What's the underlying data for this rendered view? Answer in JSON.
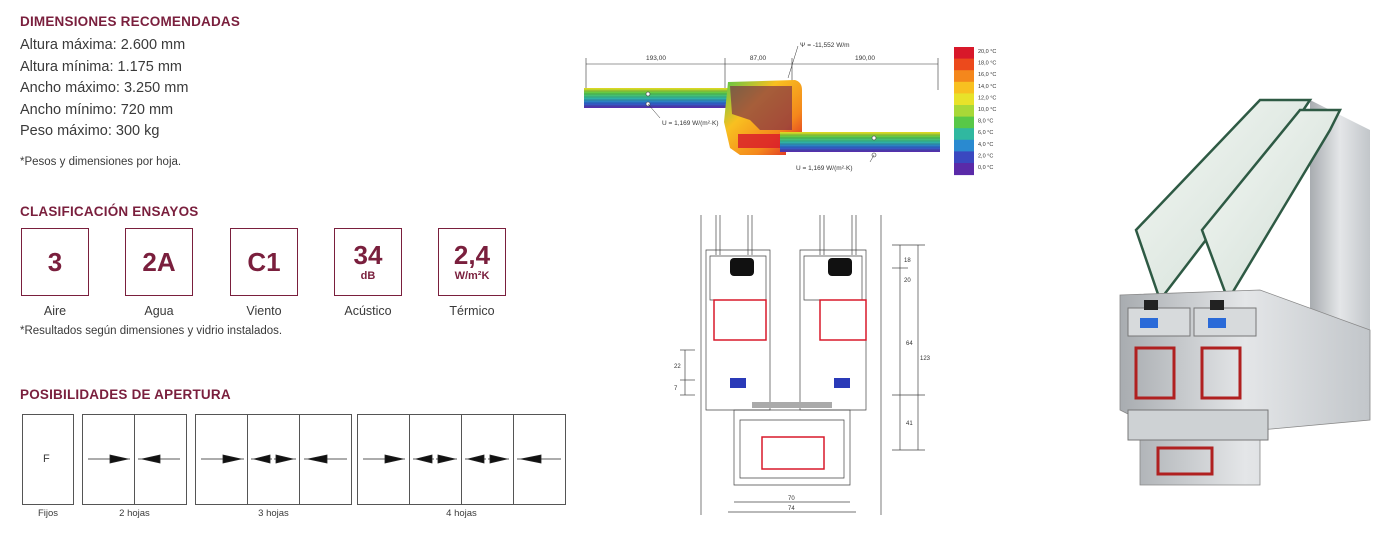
{
  "dimensions": {
    "title": "DIMENSIONES RECOMENDADAS",
    "lines": [
      "Altura máxima: 2.600 mm",
      "Altura mínima: 1.175 mm",
      "Ancho máximo: 3.250 mm",
      "Ancho mínimo: 720 mm",
      "Peso máximo: 300 kg"
    ],
    "note": "*Pesos y dimensiones por hoja."
  },
  "tests": {
    "title": "CLASIFICACIÓN ENSAYOS",
    "badges": [
      {
        "value": "3",
        "unit": "",
        "label": "Aire"
      },
      {
        "value": "2A",
        "unit": "",
        "label": "Agua"
      },
      {
        "value": "C1",
        "unit": "",
        "label": "Viento"
      },
      {
        "value": "34",
        "unit": "dB",
        "label": "Acústico"
      },
      {
        "value": "2,4",
        "unit": "W/m²K",
        "label": "Térmico"
      }
    ],
    "note": "*Resultados según dimensiones y vidrio instalados."
  },
  "openings": {
    "title": "POSIBILIDADES DE APERTURA",
    "fixed_symbol": "F",
    "labels": [
      "Fijos",
      "2 hojas",
      "3 hojas",
      "4 hojas"
    ]
  },
  "thermal": {
    "dims": [
      "193,00",
      "87,00",
      "190,00"
    ],
    "psi": "Ψ = -11,552 W/m",
    "u_left": "U = 1,169 W/(m²·K)",
    "u_right": "U = 1,169 W/(m²·K)",
    "scale": [
      "20,0 °C",
      "18,0 °C",
      "16,0 °C",
      "14,0 °C",
      "12,0 °C",
      "10,0 °C",
      "8,0 °C",
      "6,0 °C",
      "4,0 °C",
      "2,0 °C",
      "0,0 °C"
    ],
    "scale_colors": [
      "#d8182a",
      "#ec4a1c",
      "#f4871c",
      "#f8c020",
      "#e8e22a",
      "#a8d838",
      "#58c848",
      "#30b8a0",
      "#2a8ad0",
      "#3a48c0",
      "#5a2aa8"
    ]
  },
  "section": {
    "dims_right": [
      "18",
      "20",
      "64",
      "123",
      "41"
    ],
    "dims_left": [
      "22",
      "7"
    ],
    "dims_bottom": [
      "70",
      "74"
    ]
  },
  "colors": {
    "accent": "#7a1f3d",
    "text": "#3a3a3a"
  }
}
